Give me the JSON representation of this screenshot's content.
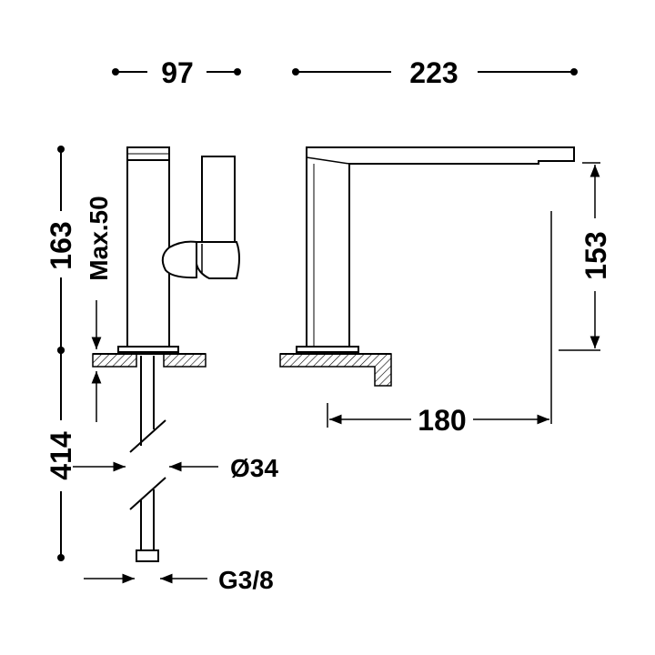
{
  "dimensions": {
    "width_side": "97",
    "overall_length": "223",
    "height_total": "163",
    "max_deck": "Max.50",
    "spout_height": "153",
    "spout_reach": "180",
    "hole_diameter": "Ø34",
    "connection": "G3/8",
    "hose_length": "414"
  },
  "colors": {
    "line": "#000000",
    "background": "#ffffff"
  }
}
